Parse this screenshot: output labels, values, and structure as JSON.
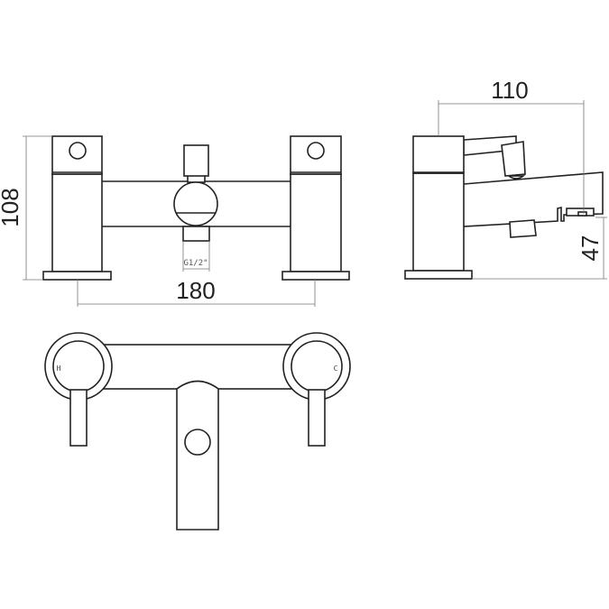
{
  "dimensions": {
    "height": "108",
    "width": "180",
    "depth": "110",
    "spout_height": "47",
    "thread": "G1/2\""
  },
  "handle_labels": {
    "hot": "H",
    "cold": "C"
  }
}
